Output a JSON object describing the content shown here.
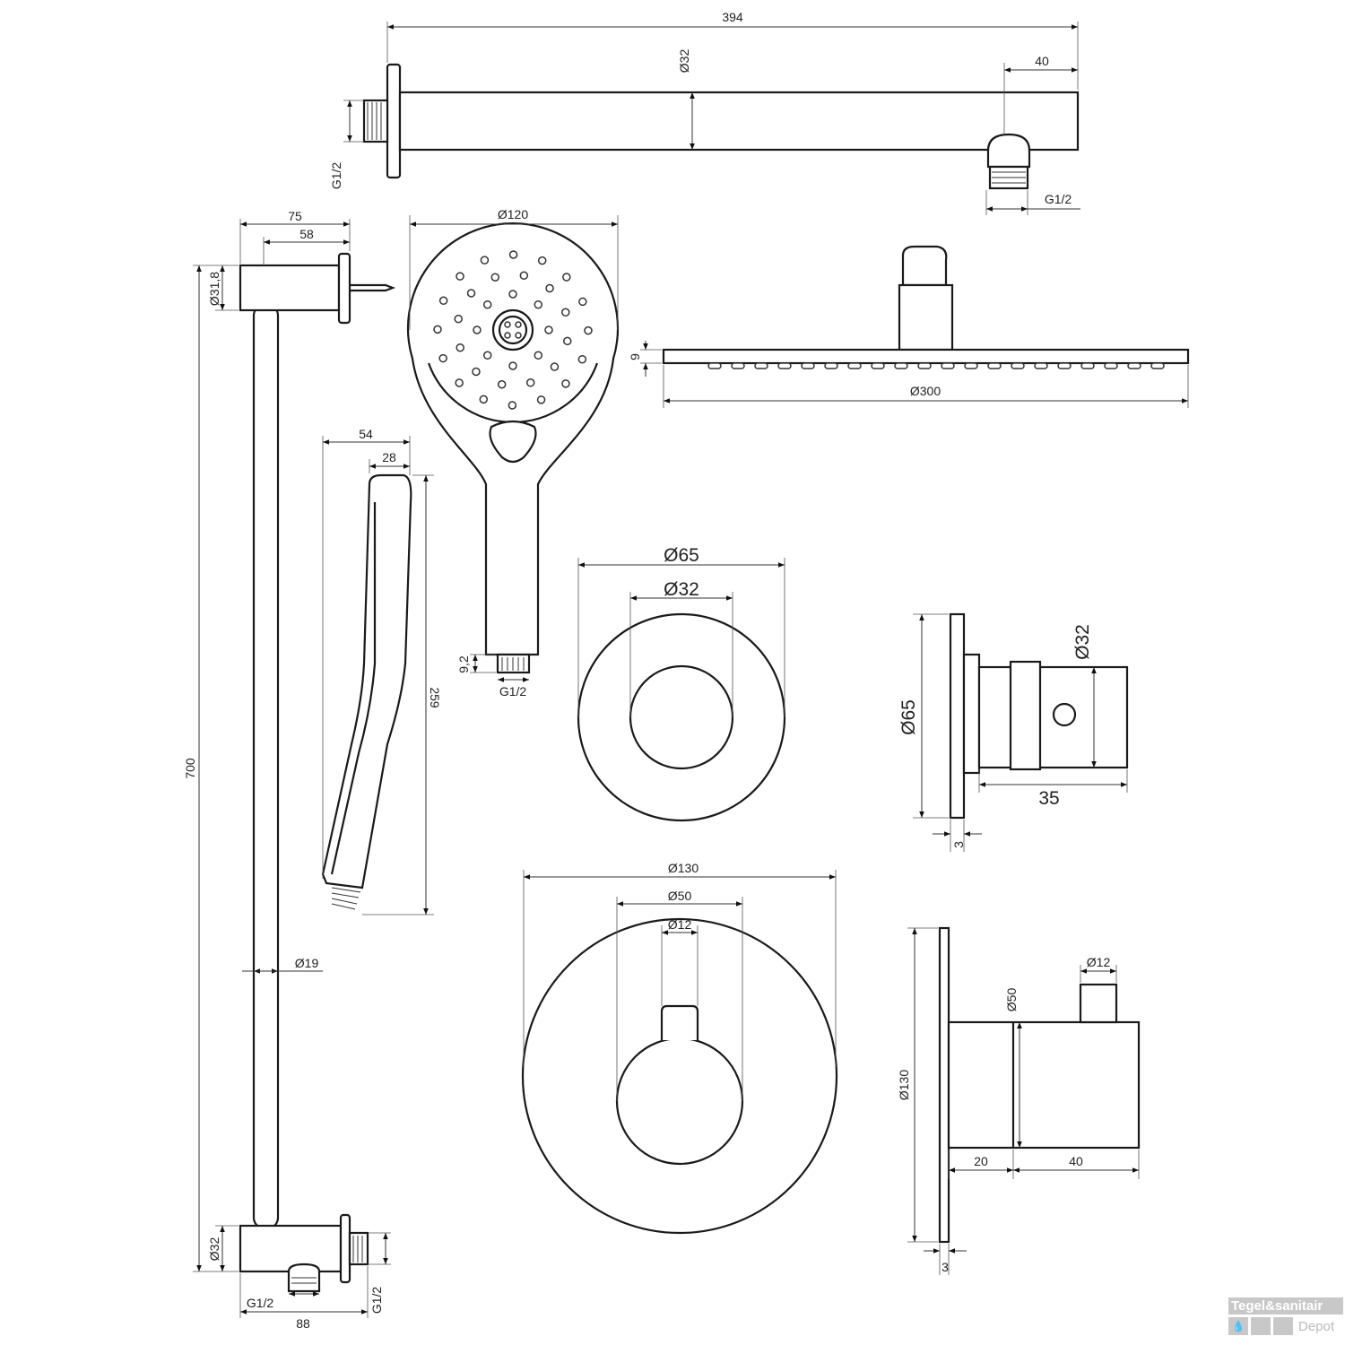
{
  "arm": {
    "length": "394",
    "diameter": "Ø32",
    "outlet_offset": "40",
    "thread_in": "G1/2",
    "thread_out": "G1/2"
  },
  "rail": {
    "bracket_depth": "75",
    "bracket_offset": "58",
    "bracket_diameter": "Ø31,8",
    "length": "700",
    "tube_diameter": "Ø19",
    "bottom_diameter": "Ø32",
    "thread_bottom": "G1/2",
    "bottom_depth": "88",
    "thread_side": "G1/2"
  },
  "hand_shower": {
    "head_diameter": "Ø120",
    "depth": "54",
    "head_depth": "28",
    "length": "259",
    "nipple_length": "9,2",
    "thread": "G1/2"
  },
  "head_shower": {
    "thickness": "9",
    "diameter": "Ø300"
  },
  "stop_valve": {
    "front_outer": "Ø65",
    "front_inner": "Ø32",
    "side_plate": "Ø65",
    "side_body": "Ø32",
    "side_depth": "35",
    "plate_thickness": "3"
  },
  "thermostat": {
    "front_outer": "Ø130",
    "front_inner": "Ø50",
    "front_knob": "Ø12",
    "side_knob": "Ø12",
    "side_body": "Ø50",
    "side_plate": "Ø130",
    "depth_a": "20",
    "depth_b": "40",
    "plate_thickness": "3"
  },
  "logo": {
    "brand": "Tegel&sanitair",
    "sub": "Depot"
  }
}
